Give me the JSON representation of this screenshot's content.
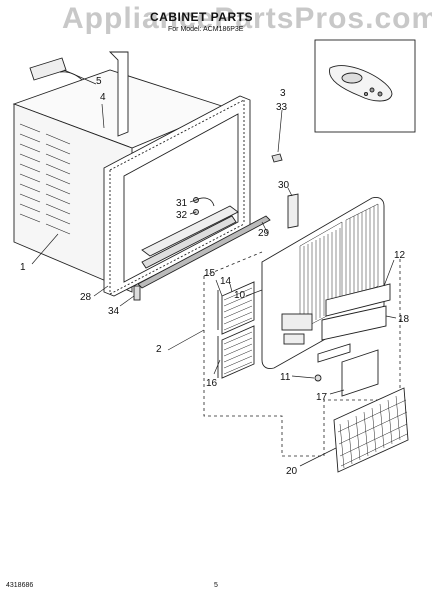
{
  "watermark": "AppliancePartsPros.com",
  "title": "CABINET PARTS",
  "subtitle": "For Model: ACM186P3E",
  "footer": {
    "doc_number": "4318686",
    "page_number": "5"
  },
  "callouts": {
    "c5": "5",
    "c4": "4",
    "c3": "3",
    "c33": "33",
    "c1": "1",
    "c28": "28",
    "c31": "31",
    "c32": "32",
    "c30": "30",
    "c29": "29",
    "c34": "34",
    "c15": "15",
    "c14": "14",
    "c10": "10",
    "c12": "12",
    "c18": "18",
    "c2": "2",
    "c16": "16",
    "c11": "11",
    "c17": "17",
    "c20": "20"
  },
  "colors": {
    "line": "#222222",
    "watermark": "#c8c8c8"
  }
}
